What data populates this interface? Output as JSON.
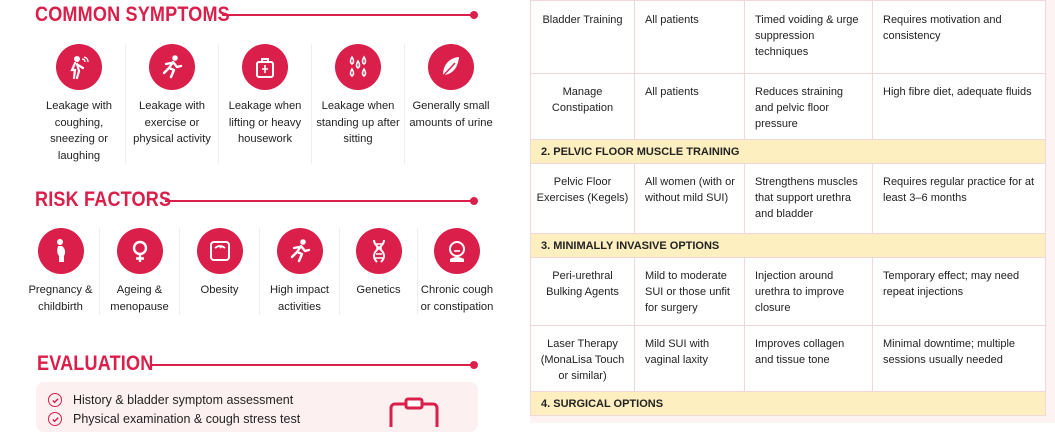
{
  "symptoms": {
    "title": "COMMON SYMPTOMS",
    "items": [
      {
        "icon": "coughing-person-icon",
        "label": "Leakage with coughing, sneezing or laughing"
      },
      {
        "icon": "running-person-icon",
        "label": "Leakage with exercise or physical activity"
      },
      {
        "icon": "lifting-bag-icon",
        "label": "Leakage when lifting or heavy housework"
      },
      {
        "icon": "droplets-icon",
        "label": "Leakage when standing up after sitting"
      },
      {
        "icon": "feather-icon",
        "label": "Generally small amounts of urine"
      }
    ]
  },
  "risk_factors": {
    "title": "RISK FACTORS",
    "items": [
      {
        "icon": "pregnant-woman-icon",
        "label": "Pregnancy & childbirth"
      },
      {
        "icon": "female-symbol-icon",
        "label": "Ageing & menopause"
      },
      {
        "icon": "weighing-scale-icon",
        "label": "Obesity"
      },
      {
        "icon": "running-person-icon",
        "label": "High impact activities"
      },
      {
        "icon": "dna-icon",
        "label": "Genetics"
      },
      {
        "icon": "coughing-face-icon",
        "label": "Chronic cough or constipation"
      }
    ]
  },
  "evaluation": {
    "title": "EVALUATION",
    "items": [
      "History & bladder symptom assessment",
      "Physical examination & cough stress test"
    ],
    "clipboard_icon": "clipboard-icon"
  },
  "table": {
    "rows": [
      {
        "type": "row",
        "cells": [
          "Bladder Training",
          "All patients",
          "Timed voiding & urge suppression techniques",
          "Requires motivation and consistency"
        ]
      },
      {
        "type": "row",
        "cells": [
          "Manage Constipation",
          "All patients",
          "Reduces straining and pelvic floor pressure",
          "High fibre diet, adequate fluids"
        ]
      },
      {
        "type": "category",
        "label": "2. PELVIC FLOOR MUSCLE TRAINING"
      },
      {
        "type": "row",
        "cells": [
          "Pelvic Floor Exercises (Kegels)",
          "All women (with or without mild SUI)",
          "Strengthens muscles that support urethra and bladder",
          "Requires regular practice for at least 3–6 months"
        ]
      },
      {
        "type": "category",
        "label": "3. MINIMALLY INVASIVE OPTIONS"
      },
      {
        "type": "row",
        "cells": [
          "Peri-urethral Bulking Agents",
          "Mild to moderate SUI or those unfit for surgery",
          "Injection around urethra to improve closure",
          "Temporary effect; may need repeat injections"
        ]
      },
      {
        "type": "row",
        "cells": [
          "Laser Therapy (MonaLisa Touch or similar)",
          "Mild SUI with vaginal laxity",
          "Improves collagen and tissue tone",
          "Minimal downtime; multiple sessions usually needed"
        ]
      },
      {
        "type": "category",
        "label": "4. SURGICAL OPTIONS"
      }
    ]
  },
  "colors": {
    "accent": "#d91f4a",
    "category_bg": "#fdefbf",
    "eval_bg": "#fdf0f0"
  }
}
